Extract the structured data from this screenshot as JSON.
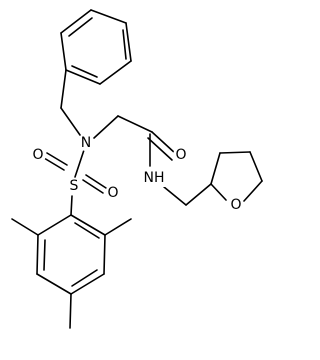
{
  "molecule": {
    "atoms": {
      "nitrogen_sulfonamide": "N",
      "sulfur": "S",
      "oxygen_sulfonyl_left": "O",
      "oxygen_sulfonyl_right": "O",
      "oxygen_carbonyl": "O",
      "amide_nh": "NH",
      "oxygen_ring": "O"
    }
  }
}
